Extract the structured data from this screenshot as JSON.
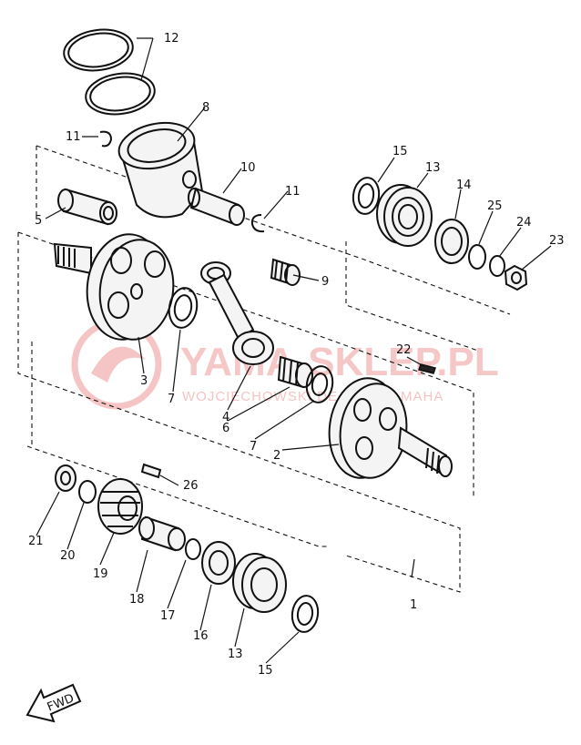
{
  "watermark": {
    "title": "YAMA-SKLEP.PL",
    "subtitle": "WOJCIECHOWSKI DEALER YAMAHA",
    "color": "#f2b5b5"
  },
  "fwd_label": "FWD",
  "part_labels": {
    "p1": "1",
    "p2": "2",
    "p3": "3",
    "p4": "4",
    "p5": "5",
    "p6": "6",
    "p7a": "7",
    "p7b": "7",
    "p8": "8",
    "p9": "9",
    "p10": "10",
    "p11a": "11",
    "p11b": "11",
    "p12": "12",
    "p13a": "13",
    "p13b": "13",
    "p14": "14",
    "p15a": "15",
    "p15b": "15",
    "p16": "16",
    "p17": "17",
    "p18": "18",
    "p19": "19",
    "p20": "20",
    "p21": "21",
    "p22": "22",
    "p23": "23",
    "p24": "24",
    "p25": "25",
    "p26": "26"
  }
}
